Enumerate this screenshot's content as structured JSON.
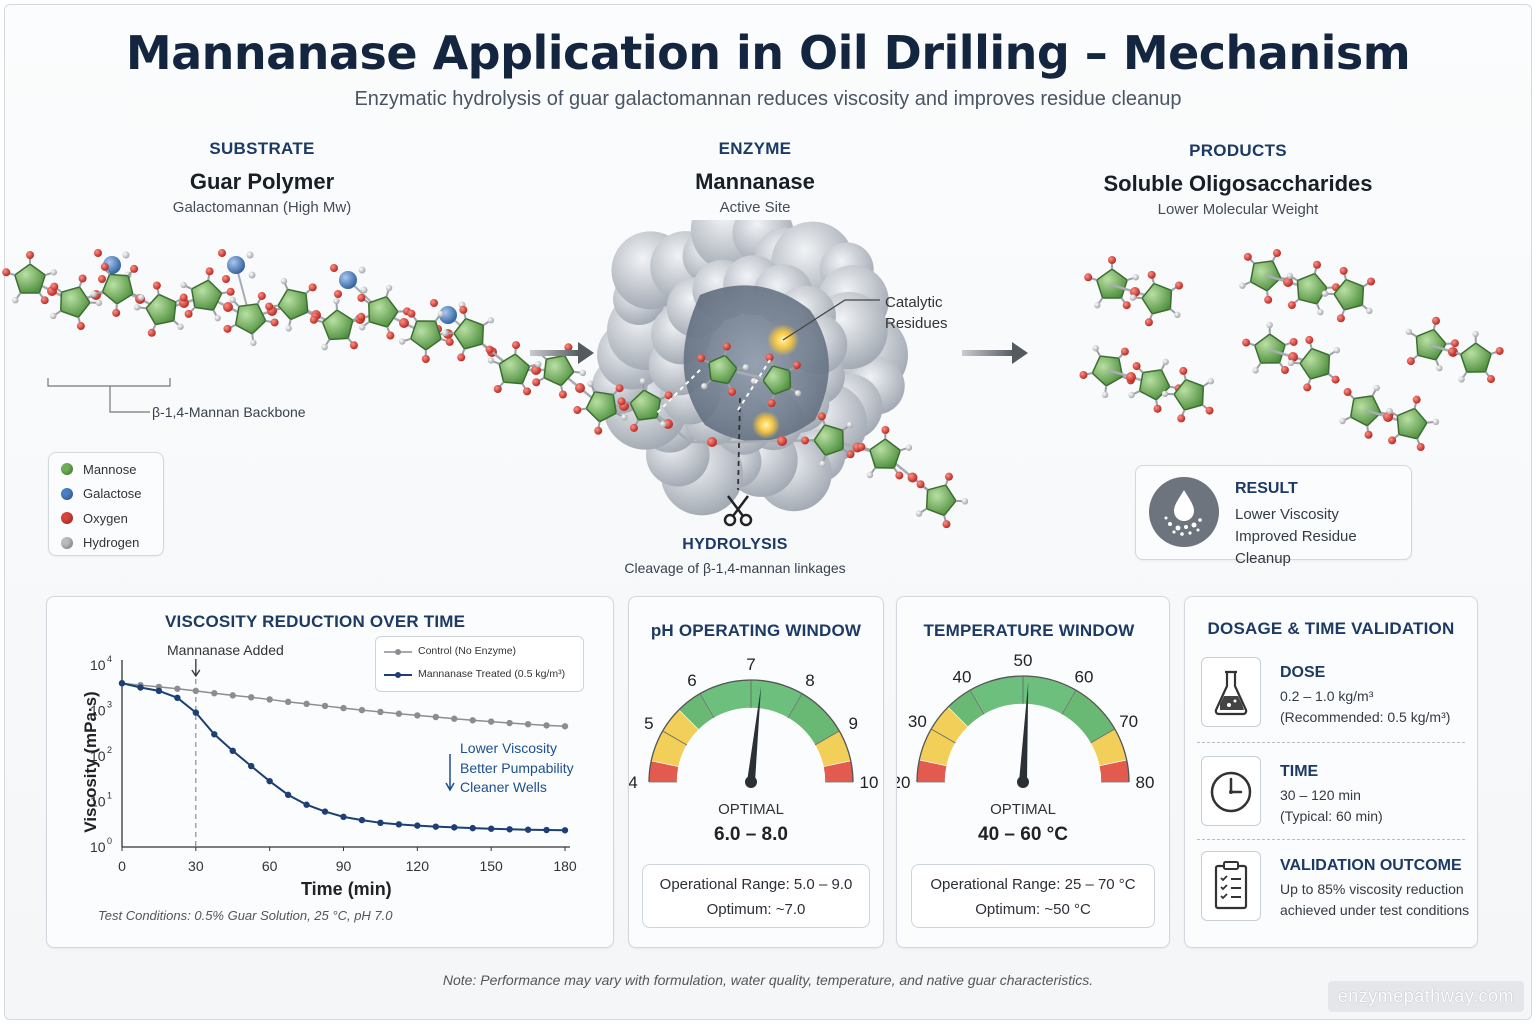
{
  "header": {
    "title": "Mannanase Application in Oil Drilling – Mechanism",
    "subtitle": "Enzymatic hydrolysis of guar galactomannan reduces viscosity and improves residue cleanup"
  },
  "substrate": {
    "tag": "SUBSTRATE",
    "name": "Guar Polymer",
    "sub": "Galactomannan (High Mw)",
    "backbone_label": "β-1,4-Mannan Backbone"
  },
  "enzyme": {
    "tag": "ENZYME",
    "name": "Mannanase",
    "sub": "Active Site",
    "catalytic_label_1": "Catalytic",
    "catalytic_label_2": "Residues"
  },
  "products": {
    "tag": "PRODUCTS",
    "name": "Soluble Oligosaccharides",
    "sub": "Lower Molecular Weight"
  },
  "hydrolysis": {
    "title": "HYDROLYSIS",
    "sub": "Cleavage of β-1,4-mannan linkages"
  },
  "legend": {
    "items": [
      {
        "label": "Mannose",
        "color": "#6fae58"
      },
      {
        "label": "Galactose",
        "color": "#4a7fc4"
      },
      {
        "label": "Oxygen",
        "color": "#d9433a"
      },
      {
        "label": "Hydrogen",
        "color": "#b9bcc0"
      }
    ]
  },
  "result": {
    "title": "RESULT",
    "line1": "Lower Viscosity",
    "line2": "Improved Residue Cleanup"
  },
  "viscosity_card": {
    "title": "VISCOSITY REDUCTION OVER TIME",
    "added_label": "Mannanase Added",
    "benefit1": "Lower Viscosity",
    "benefit2": "Better Pumpability",
    "benefit3": "Cleaner Wells",
    "conditions": "Test Conditions: 0.5% Guar Solution, 25 °C, pH 7.0"
  },
  "chart_data": {
    "type": "line",
    "xlabel": "Time (min)",
    "ylabel": "Viscosity (mPa·s)",
    "xlim": [
      0,
      180
    ],
    "ylim_log10": [
      0,
      4
    ],
    "y_scale": "log",
    "x_ticks": [
      0,
      30,
      60,
      90,
      120,
      150,
      180
    ],
    "y_tick_exponents": [
      0,
      1,
      2,
      3,
      4
    ],
    "series": [
      {
        "name": "Control (No Enzyme)",
        "color": "#8a8d92",
        "x": [
          0,
          7.5,
          15,
          22.5,
          30,
          37.5,
          45,
          52.5,
          60,
          67.5,
          75,
          82.5,
          90,
          97.5,
          105,
          112.5,
          120,
          127.5,
          135,
          142.5,
          150,
          157.5,
          165,
          172.5,
          180
        ],
        "y": [
          3981,
          3600,
          3300,
          3000,
          2700,
          2400,
          2150,
          1950,
          1750,
          1550,
          1400,
          1260,
          1130,
          1020,
          930,
          850,
          780,
          720,
          660,
          610,
          570,
          530,
          500,
          470,
          450
        ]
      },
      {
        "name": "Mannanase Treated (0.5 kg/m³)",
        "color": "#1d3f73",
        "x": [
          0,
          7.5,
          15,
          22.5,
          30,
          37.5,
          45,
          52.5,
          60,
          67.5,
          75,
          82.5,
          90,
          97.5,
          105,
          112.5,
          120,
          127.5,
          135,
          142.5,
          150,
          157.5,
          165,
          172.5,
          180
        ],
        "y": [
          3981,
          3200,
          2700,
          1900,
          900,
          300,
          130,
          60,
          28,
          14,
          8.5,
          6,
          4.6,
          3.9,
          3.4,
          3.15,
          2.95,
          2.8,
          2.7,
          2.6,
          2.52,
          2.45,
          2.4,
          2.36,
          2.33
        ]
      }
    ],
    "annotations": [
      {
        "x": 30,
        "text": "Mannanase Added"
      }
    ]
  },
  "ph_card": {
    "title": "pH OPERATING WINDOW",
    "gauge_min": 4,
    "gauge_max": 10,
    "ticks": [
      4,
      5,
      6,
      7,
      8,
      9,
      10
    ],
    "zones": {
      "red": [
        [
          4,
          4.4
        ],
        [
          9.6,
          10
        ]
      ],
      "yellow": [
        [
          4.4,
          5.5
        ],
        [
          9,
          9.6
        ]
      ],
      "green_light": [
        [
          5.5,
          6
        ],
        [
          8,
          9
        ]
      ],
      "green": [
        [
          6,
          8
        ]
      ]
    },
    "needle": 7.2,
    "optimal_label": "OPTIMAL",
    "optimal_range": "6.0 – 8.0",
    "op_range": "Operational Range: 5.0 – 9.0",
    "optimum": "Optimum: ~7.0"
  },
  "temp_card": {
    "title": "TEMPERATURE WINDOW",
    "gauge_min": 20,
    "gauge_max": 80,
    "ticks": [
      20,
      30,
      40,
      50,
      60,
      70,
      80
    ],
    "zones": {
      "red": [
        [
          20,
          24
        ],
        [
          76,
          80
        ]
      ],
      "yellow": [
        [
          24,
          35
        ],
        [
          70,
          76
        ]
      ],
      "green_light": [
        [
          35,
          40
        ],
        [
          60,
          70
        ]
      ],
      "green": [
        [
          40,
          60
        ]
      ]
    },
    "needle": 51,
    "optimal_label": "OPTIMAL",
    "optimal_range": "40 – 60 °C",
    "op_range": "Operational Range: 25 – 70 °C",
    "optimum": "Optimum: ~50 °C"
  },
  "dosage_card": {
    "title": "DOSAGE & TIME VALIDATION",
    "dose_title": "DOSE",
    "dose_line1": "0.2 – 1.0 kg/m³",
    "dose_line2": "(Recommended: 0.5 kg/m³)",
    "time_title": "TIME",
    "time_line1": "30 – 120 min",
    "time_line2": "(Typical: 60 min)",
    "outcome_title": "VALIDATION OUTCOME",
    "outcome_line1": "Up to 85% viscosity reduction",
    "outcome_line2": "achieved under test conditions"
  },
  "note": "Note:  Performance may vary with formulation, water quality, temperature, and native guar characteristics.",
  "watermark": "enzymepathway.com",
  "colors": {
    "mannose": "#6fae58",
    "galactose": "#4a7fc4",
    "oxygen": "#d9433a",
    "hydrogen": "#b9bcc0",
    "accent": "#1c3a64",
    "gauge_green": "#6cbf7c",
    "gauge_yellow": "#f2cf58",
    "gauge_red": "#e35a4f"
  }
}
